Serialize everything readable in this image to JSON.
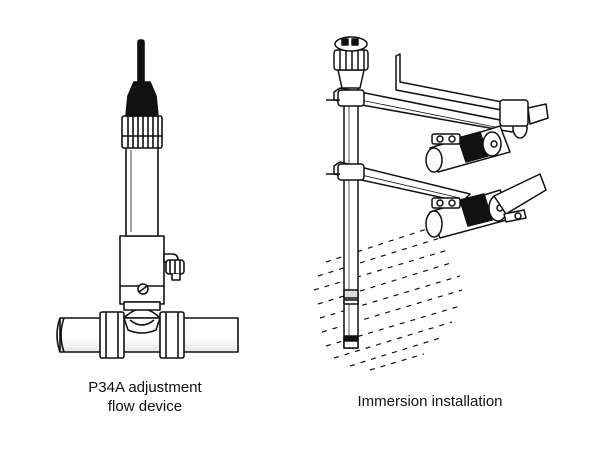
{
  "colors": {
    "line": "#111111",
    "fill": "#ffffff",
    "shade": "#e8e8e8",
    "dark": "#111111"
  },
  "figures": {
    "left": {
      "caption_line1": "P34A adjustment",
      "caption_line2": "flow device"
    },
    "right": {
      "caption": "Immersion installation"
    }
  }
}
